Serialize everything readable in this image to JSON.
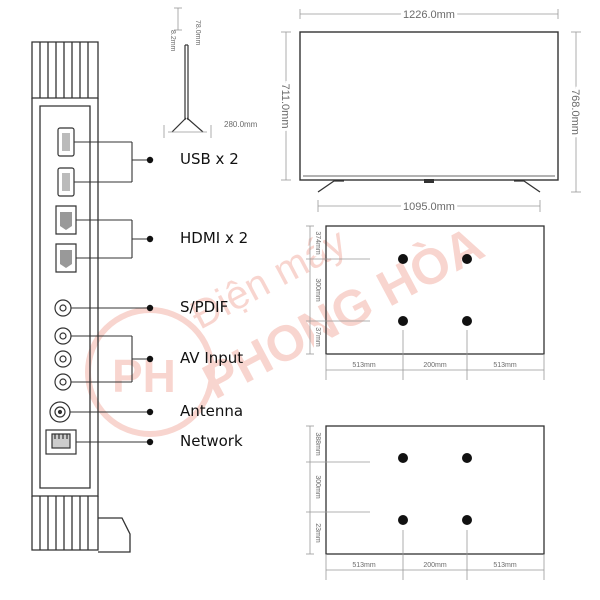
{
  "ports": {
    "usb": "USB x 2",
    "hdmi": "HDMI x 2",
    "spdif": "S/PDIF",
    "av": "AV Input",
    "antenna": "Antenna",
    "network": "Network"
  },
  "side_view": {
    "depth_top": "78.0mm",
    "depth_panel": "8.2mm",
    "stand_depth": "280.0mm"
  },
  "front_view": {
    "width": "1226.0mm",
    "height_panel": "711.0mm",
    "height_total": "768.0mm",
    "stand_span": "1095.0mm"
  },
  "vesa_top": {
    "v1": "374mm",
    "v2": "300mm",
    "v3": "37mm",
    "h1": "513mm",
    "h2": "200mm",
    "h3": "513mm"
  },
  "vesa_bottom": {
    "v1": "388mm",
    "v2": "300mm",
    "v3": "23mm",
    "h1": "513mm",
    "h2": "200mm",
    "h3": "513mm"
  },
  "watermark": {
    "line1": "Điện máy",
    "line2": "PHONG HÒA",
    "logo": "PH",
    "color": "#f3b3a8"
  }
}
